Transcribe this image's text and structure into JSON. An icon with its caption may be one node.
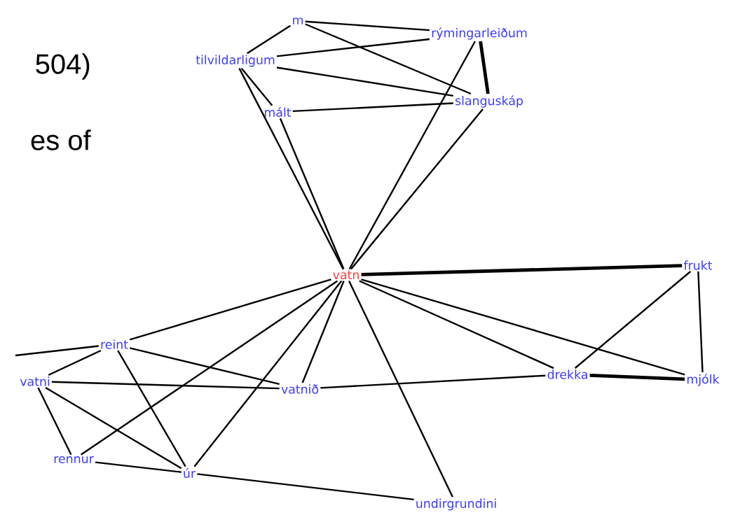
{
  "diagram": {
    "nodes": [
      {
        "text": [
          "m"
        ]
      },
      {
        "text": [
          "rýmingarleiðum"
        ]
      },
      {
        "text": [
          "tilvildarligum"
        ]
      },
      {
        "text": [
          "slanguskáp"
        ]
      },
      {
        "text": [
          "mált"
        ]
      },
      {
        "text": [
          "vatn"
        ]
      },
      {
        "text": [
          "frukt"
        ]
      },
      {
        "text": [
          "drekka"
        ]
      },
      {
        "text": [
          "mjólk"
        ]
      },
      {
        "text": [
          "reint"
        ]
      },
      {
        "text": [
          "vatni"
        ]
      },
      {
        "text": [
          "vatnið"
        ]
      },
      {
        "text": [
          "rennur"
        ]
      },
      {
        "text": [
          "úr"
        ]
      },
      {
        "text": [
          "undirgrundini"
        ]
      }
    ],
    "edges": [
      {
        "from": 2,
        "to": 0,
        "arrow": "none"
      },
      {
        "from": 0,
        "to": 1,
        "arrow": "none"
      },
      {
        "from": 0,
        "to": 3,
        "arrow": "none"
      },
      {
        "from": 2,
        "to": 1,
        "arrow": "none"
      },
      {
        "from": 2,
        "to": 3,
        "arrow": "none"
      },
      {
        "from": 1,
        "to": 3,
        "arrow": "none",
        "style": "thick"
      },
      {
        "from": 2,
        "to": 4,
        "arrow": "none"
      },
      {
        "from": 4,
        "to": 3,
        "arrow": "none"
      },
      {
        "from": 2,
        "to": 5,
        "arrow": "none"
      },
      {
        "from": 4,
        "to": 5,
        "arrow": "none"
      },
      {
        "from": 1,
        "to": 5,
        "arrow": "none"
      },
      {
        "from": 3,
        "to": 5,
        "arrow": "none"
      },
      {
        "from": 5,
        "to": 6,
        "arrow": "none",
        "style": "thick"
      },
      {
        "from": 5,
        "to": 7,
        "arrow": "none"
      },
      {
        "from": 5,
        "to": 8,
        "arrow": "none"
      },
      {
        "from": 6,
        "to": 7,
        "arrow": "none"
      },
      {
        "from": 6,
        "to": 8,
        "arrow": "none"
      },
      {
        "from": 7,
        "to": 8,
        "arrow": "none",
        "style": "thick"
      },
      {
        "from": 5,
        "to": 9,
        "arrow": "none"
      },
      {
        "from": 5,
        "to": 12,
        "arrow": "none"
      },
      {
        "from": 5,
        "to": 13,
        "arrow": "none"
      },
      {
        "from": 5,
        "to": 11,
        "arrow": "none"
      },
      {
        "from": 5,
        "to": 14,
        "arrow": "none"
      },
      {
        "from": 13,
        "to": 14,
        "arrow": "none"
      },
      {
        "from": 9,
        "to": 11,
        "arrow": "none"
      },
      {
        "from": 10,
        "to": 11,
        "arrow": "none"
      },
      {
        "from": 11,
        "to": 7,
        "arrow": "none"
      },
      {
        "from": 9,
        "to": 10,
        "arrow": "none"
      },
      {
        "from": 10,
        "to": 12,
        "arrow": "none"
      },
      {
        "from": 9,
        "to": 13,
        "arrow": "none"
      },
      {
        "from": 10,
        "to": 13,
        "arrow": "none"
      },
      {
        "from": 12,
        "to": 13,
        "arrow": "none"
      },
      {
        "from": null,
        "to": 9,
        "arrow": "none"
      }
    ],
    "labels": [
      "504)",
      "es of"
    ]
  }
}
